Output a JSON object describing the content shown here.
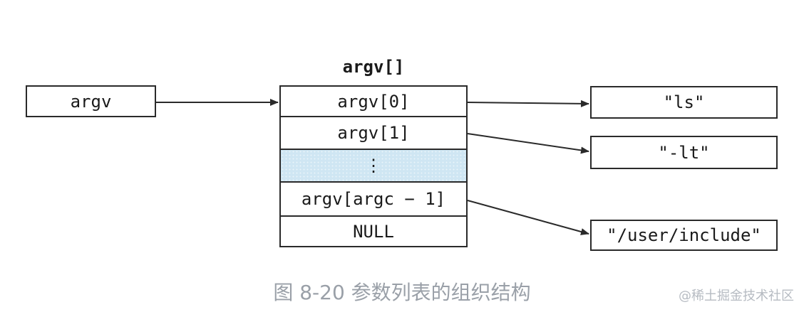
{
  "pointer_box": {
    "label": "argv"
  },
  "array": {
    "title": "argv[]",
    "cells": [
      "argv[0]",
      "argv[1]",
      "⋮",
      "argv[argc − 1]",
      "NULL"
    ]
  },
  "strings": [
    "\"ls\"",
    "\"-lt\"",
    "\"/user/include\""
  ],
  "caption": "图 8-20 参数列表的组织结构",
  "watermark": "@稀土掘金技术社区",
  "colors": {
    "ellipsis_cell": "#cfe6f3",
    "line": "#2a2a2a",
    "caption": "#9aa0a8"
  }
}
